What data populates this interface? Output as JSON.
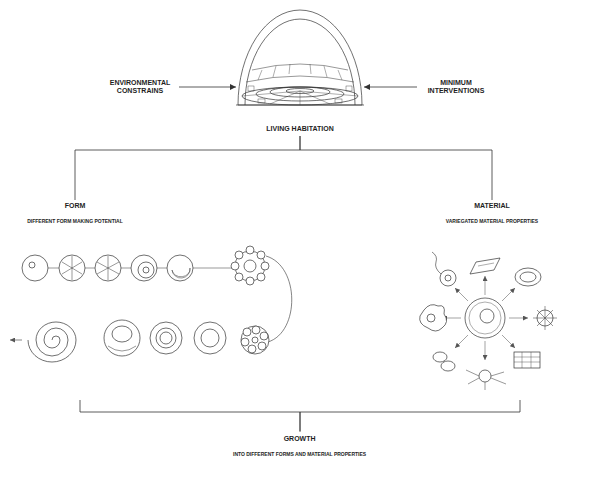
{
  "diagram": {
    "nodes": [
      {
        "text": [
          "ENVIRONMENTAL CONSTRAINS"
        ]
      },
      {
        "text": [
          "LIVING HABITATION"
        ]
      },
      {
        "text": [
          "MINIMUM INTERVENTIONS"
        ]
      },
      {
        "text": [
          "FORM",
          "DIFFERENT FORM MAKING POTENTIAL"
        ]
      },
      {
        "text": [
          "MATERIAL",
          "VARIEGATED MATERIAL PROPERTIES"
        ]
      },
      {
        "text": [
          "GROWTH",
          "INTO DIFFERENT FORMS AND MATERIAL PROPERTIES"
        ]
      }
    ],
    "edges": [
      {
        "from": 0,
        "to": 1,
        "arrow": "to"
      },
      {
        "from": 2,
        "to": 1,
        "arrow": "to"
      },
      {
        "from": 1,
        "to": 3,
        "arrow": "none"
      },
      {
        "from": 1,
        "to": 4,
        "arrow": "none"
      },
      {
        "from": 3,
        "to": 5,
        "arrow": "none"
      },
      {
        "from": 4,
        "to": 5,
        "arrow": "none"
      }
    ]
  }
}
